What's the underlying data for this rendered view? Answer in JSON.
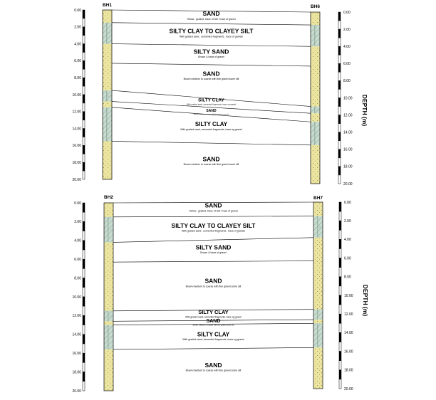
{
  "colors": {
    "sand": "#ece5a0",
    "clay": "#c8dcd0",
    "line": "#000000"
  },
  "axis_title": "DEPTH (m)",
  "sections": [
    {
      "left_bh": "BH1",
      "right_bh": "BH6",
      "left_ticks": [
        "0.00",
        "2.00",
        "4.00",
        "6.00",
        "8.00",
        "10.00",
        "12.00",
        "14.00",
        "16.00",
        "18.00",
        "20.00"
      ],
      "right_ticks": [
        "0.00",
        "2.00",
        "4.00",
        "6.00",
        "8.00",
        "10.00",
        "12.00",
        "14.00",
        "16.00",
        "18.00",
        "20.00"
      ],
      "left_column": [
        {
          "type": "sand",
          "top": 0.0,
          "bottom": 1.5
        },
        {
          "type": "clay",
          "top": 1.5,
          "bottom": 4.0
        },
        {
          "type": "sand",
          "top": 4.0,
          "bottom": 9.5
        },
        {
          "type": "clay",
          "top": 9.5,
          "bottom": 10.8
        },
        {
          "type": "sand",
          "top": 10.8,
          "bottom": 11.5
        },
        {
          "type": "clay",
          "top": 11.5,
          "bottom": 15.5
        },
        {
          "type": "sand",
          "top": 15.5,
          "bottom": 20.0
        }
      ],
      "right_column": [
        {
          "type": "sand",
          "top": 0.0,
          "bottom": 1.5
        },
        {
          "type": "clay",
          "top": 1.5,
          "bottom": 4.0
        },
        {
          "type": "sand",
          "top": 4.0,
          "bottom": 11.0
        },
        {
          "type": "clay",
          "top": 11.0,
          "bottom": 11.8
        },
        {
          "type": "sand",
          "top": 11.8,
          "bottom": 12.8
        },
        {
          "type": "clay",
          "top": 12.8,
          "bottom": 15.5
        },
        {
          "type": "sand",
          "top": 15.5,
          "bottom": 20.0
        }
      ],
      "boundaries": [
        {
          "left": 1.5,
          "right": 1.5
        },
        {
          "left": 4.0,
          "right": 4.0
        },
        {
          "left": 6.3,
          "right": 6.3
        },
        {
          "left": 9.5,
          "right": 11.0
        },
        {
          "left": 10.8,
          "right": 11.8
        },
        {
          "left": 11.5,
          "right": 12.8
        },
        {
          "left": 15.5,
          "right": 15.5
        }
      ],
      "layers": [
        {
          "name": "SAND",
          "description": "Yellow , graded, trace of Silt. Trace of gravel",
          "y": 0.55,
          "name_size": 8.5,
          "desc_size": 3.5
        },
        {
          "name": "SILTY CLAY TO CLAYEY SILT",
          "description": "With graded sand , cemented fragments , trace of gravels",
          "y": 2.6,
          "name_size": 8.5,
          "desc_size": 3.5
        },
        {
          "name": "SILTY SAND",
          "description": "Brown & trace of gravel",
          "y": 5.0,
          "name_size": 8.5,
          "desc_size": 3.5
        },
        {
          "name": "SAND",
          "description": "Brown medium to coarse with fine gravel some silt",
          "y": 7.6,
          "name_size": 8.5,
          "desc_size": 3.5
        },
        {
          "name": "SILTY CLAY",
          "description": "With graded sand, cemented fragments, trace og gravel",
          "y": 10.6,
          "name_size": 6.5,
          "desc_size": 2.8
        },
        {
          "name": "SAND",
          "description": "Brown medium to coarse with fine gravel some silt",
          "y": 11.8,
          "name_size": 5.0,
          "desc_size": 2.2
        },
        {
          "name": "SILTY CLAY",
          "description": "With graded sand, cemented fragments, trace og gravel",
          "y": 13.5,
          "name_size": 8.0,
          "desc_size": 3.5
        },
        {
          "name": "SAND",
          "description": "Brown medium to coarse with fine gravel some silt",
          "y": 17.6,
          "name_size": 8.5,
          "desc_size": 3.5
        }
      ]
    },
    {
      "left_bh": "BH2",
      "right_bh": "BH7",
      "left_ticks": [
        "0.00",
        "2.00",
        "4.00",
        "6.00",
        "8.00",
        "10.00",
        "12.00",
        "14.00",
        "16.00",
        "18.00",
        "20.00"
      ],
      "right_ticks": [
        "0.00",
        "2.00",
        "4.00",
        "6.00",
        "8.00",
        "10.00",
        "12.00",
        "14.00",
        "16.00",
        "18.00",
        "20.00"
      ],
      "left_column": [
        {
          "type": "sand",
          "top": 0.0,
          "bottom": 1.5
        },
        {
          "type": "clay",
          "top": 1.5,
          "bottom": 4.2
        },
        {
          "type": "sand",
          "top": 4.2,
          "bottom": 11.5
        },
        {
          "type": "clay",
          "top": 11.5,
          "bottom": 12.6
        },
        {
          "type": "sand",
          "top": 12.6,
          "bottom": 13.0
        },
        {
          "type": "clay",
          "top": 13.0,
          "bottom": 15.6
        },
        {
          "type": "sand",
          "top": 15.6,
          "bottom": 20.0
        }
      ],
      "right_column": [
        {
          "type": "sand",
          "top": 0.0,
          "bottom": 1.5
        },
        {
          "type": "clay",
          "top": 1.5,
          "bottom": 3.8
        },
        {
          "type": "sand",
          "top": 3.8,
          "bottom": 11.5
        },
        {
          "type": "clay",
          "top": 11.5,
          "bottom": 12.6
        },
        {
          "type": "sand",
          "top": 12.6,
          "bottom": 13.0
        },
        {
          "type": "clay",
          "top": 13.0,
          "bottom": 15.6
        },
        {
          "type": "sand",
          "top": 15.6,
          "bottom": 20.0
        }
      ],
      "boundaries": [
        {
          "left": 1.5,
          "right": 1.5
        },
        {
          "left": 4.2,
          "right": 3.8
        },
        {
          "left": 6.3,
          "right": 6.3
        },
        {
          "left": 11.5,
          "right": 11.5
        },
        {
          "left": 12.6,
          "right": 12.6
        },
        {
          "left": 13.0,
          "right": 13.0
        },
        {
          "left": 15.6,
          "right": 15.6
        }
      ],
      "layers": [
        {
          "name": "SAND",
          "description": "Yellow , graded, trace of Silt. Trace of gravel",
          "y": 0.55,
          "name_size": 8.5,
          "desc_size": 3.5
        },
        {
          "name": "SILTY CLAY TO CLAYEY SILT",
          "description": "With graded sand , cemented fragments , trace of gravels",
          "y": 2.7,
          "name_size": 8.5,
          "desc_size": 3.5
        },
        {
          "name": "SILTY SAND",
          "description": "Brown & trace of gravel",
          "y": 5.0,
          "name_size": 8.5,
          "desc_size": 3.5
        },
        {
          "name": "SAND",
          "description": "Brown medium to coarse with fine gravel some silt",
          "y": 8.6,
          "name_size": 8.5,
          "desc_size": 3.5
        },
        {
          "name": "SILTY CLAY",
          "description": "With graded sand, cemented fragments, trace og gravel",
          "y": 11.9,
          "name_size": 7.5,
          "desc_size": 3.2
        },
        {
          "name": "SAND",
          "description": "Brown medium to coarse with fine gravel some silt",
          "y": 12.8,
          "name_size": 7.0,
          "desc_size": 2.6
        },
        {
          "name": "SILTY CLAY",
          "description": "With graded sand, cemented fragments, trace og gravel",
          "y": 14.3,
          "name_size": 8.0,
          "desc_size": 3.5
        },
        {
          "name": "SAND",
          "description": "Brown medium to coarse with fine gravel some silt",
          "y": 17.6,
          "name_size": 8.5,
          "desc_size": 3.5
        }
      ]
    }
  ]
}
